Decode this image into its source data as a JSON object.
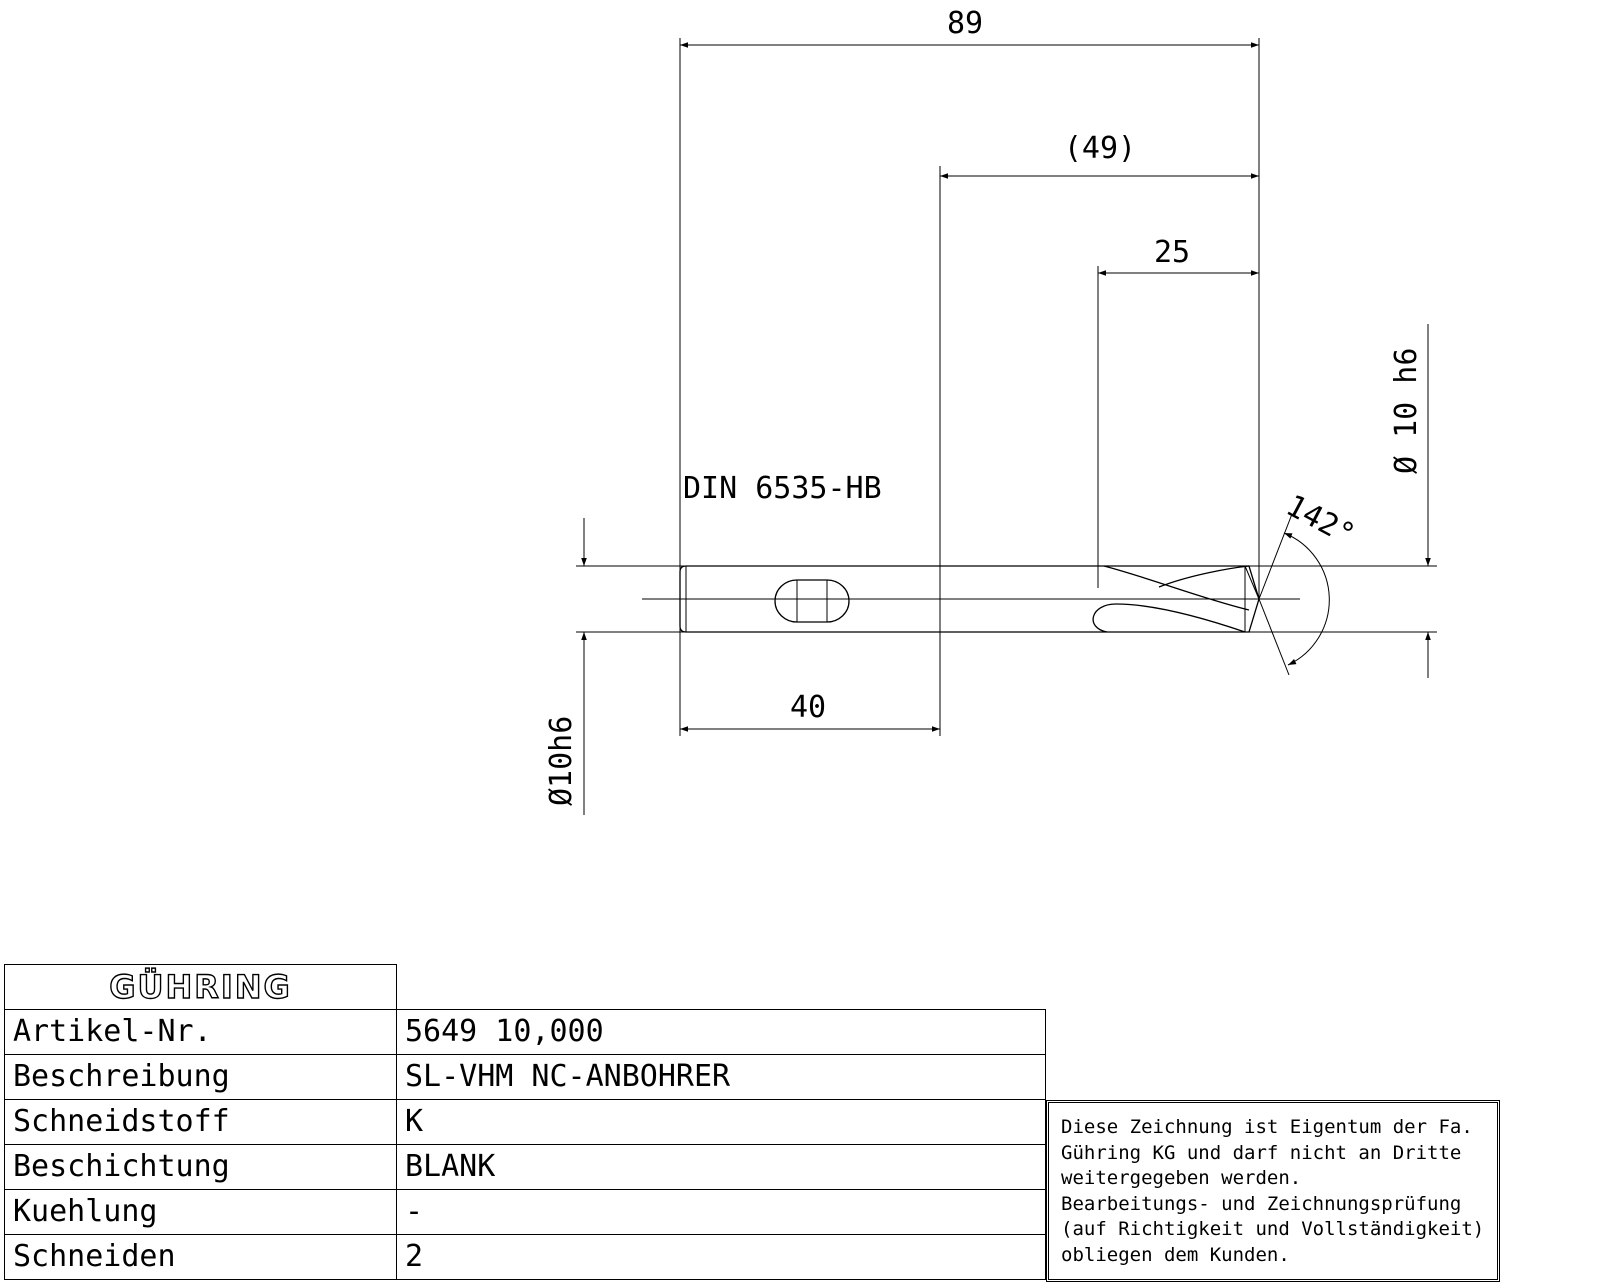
{
  "drawing": {
    "dimensions": {
      "overall_length": "89",
      "flute_length": "(49)",
      "cutting_length": "25",
      "shank_length": "40",
      "shank_diameter": "Ø10h6",
      "tip_diameter": "Ø 10 h6",
      "point_angle": "142°"
    },
    "shank_standard": "DIN 6535-HB"
  },
  "title_block": {
    "logo": "GÜHRING",
    "rows": [
      {
        "label": "Artikel-Nr.",
        "value": "5649 10,000"
      },
      {
        "label": "Beschreibung",
        "value": "SL-VHM NC-ANBOHRER"
      },
      {
        "label": "Schneidstoff",
        "value": "K"
      },
      {
        "label": "Beschichtung",
        "value": "BLANK"
      },
      {
        "label": "Kuehlung",
        "value": "-"
      },
      {
        "label": "Schneiden",
        "value": "2"
      }
    ]
  },
  "notice": {
    "lines": [
      "Diese Zeichnung ist Eigentum der Fa.",
      "Gühring KG und darf nicht an Dritte",
      "weitergegeben werden.",
      "Bearbeitungs- und Zeichnungsprüfung",
      "(auf Richtigkeit und Vollständigkeit)",
      "obliegen dem Kunden."
    ]
  }
}
